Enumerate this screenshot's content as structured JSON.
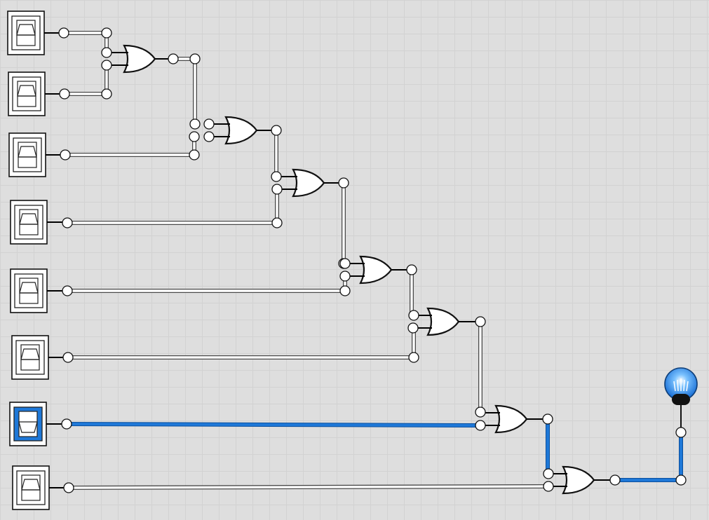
{
  "circuit": {
    "switches": [
      {
        "id": "switch-1",
        "on": false
      },
      {
        "id": "switch-2",
        "on": false
      },
      {
        "id": "switch-3",
        "on": false
      },
      {
        "id": "switch-4",
        "on": false
      },
      {
        "id": "switch-5",
        "on": false
      },
      {
        "id": "switch-6",
        "on": false
      },
      {
        "id": "switch-7",
        "on": true
      },
      {
        "id": "switch-8",
        "on": false
      }
    ],
    "gates": [
      {
        "id": "or-gate-1",
        "type": "OR",
        "inputs": [
          "switch-1",
          "switch-2"
        ],
        "output_on": false
      },
      {
        "id": "or-gate-2",
        "type": "OR",
        "inputs": [
          "or-gate-1",
          "switch-3"
        ],
        "output_on": false
      },
      {
        "id": "or-gate-3",
        "type": "OR",
        "inputs": [
          "or-gate-2",
          "switch-4"
        ],
        "output_on": false
      },
      {
        "id": "or-gate-4",
        "type": "OR",
        "inputs": [
          "or-gate-3",
          "switch-5"
        ],
        "output_on": false
      },
      {
        "id": "or-gate-5",
        "type": "OR",
        "inputs": [
          "or-gate-4",
          "switch-6"
        ],
        "output_on": false
      },
      {
        "id": "or-gate-6",
        "type": "OR",
        "inputs": [
          "or-gate-5",
          "switch-7"
        ],
        "output_on": true
      },
      {
        "id": "or-gate-7",
        "type": "OR",
        "inputs": [
          "or-gate-6",
          "switch-8"
        ],
        "output_on": true
      }
    ],
    "output": {
      "id": "light-bulb",
      "input": "or-gate-7",
      "lit": true
    }
  },
  "colors": {
    "background": "#dedede",
    "grid": "#d2d2d2",
    "wire_on": "#1e78d8",
    "wire_off": "#ffffff",
    "outline": "#000000",
    "bulb_on": "#2f8fe8"
  },
  "icons": {
    "switch": "toggle-switch-icon",
    "gate": "or-gate-icon",
    "bulb": "light-bulb-icon"
  }
}
